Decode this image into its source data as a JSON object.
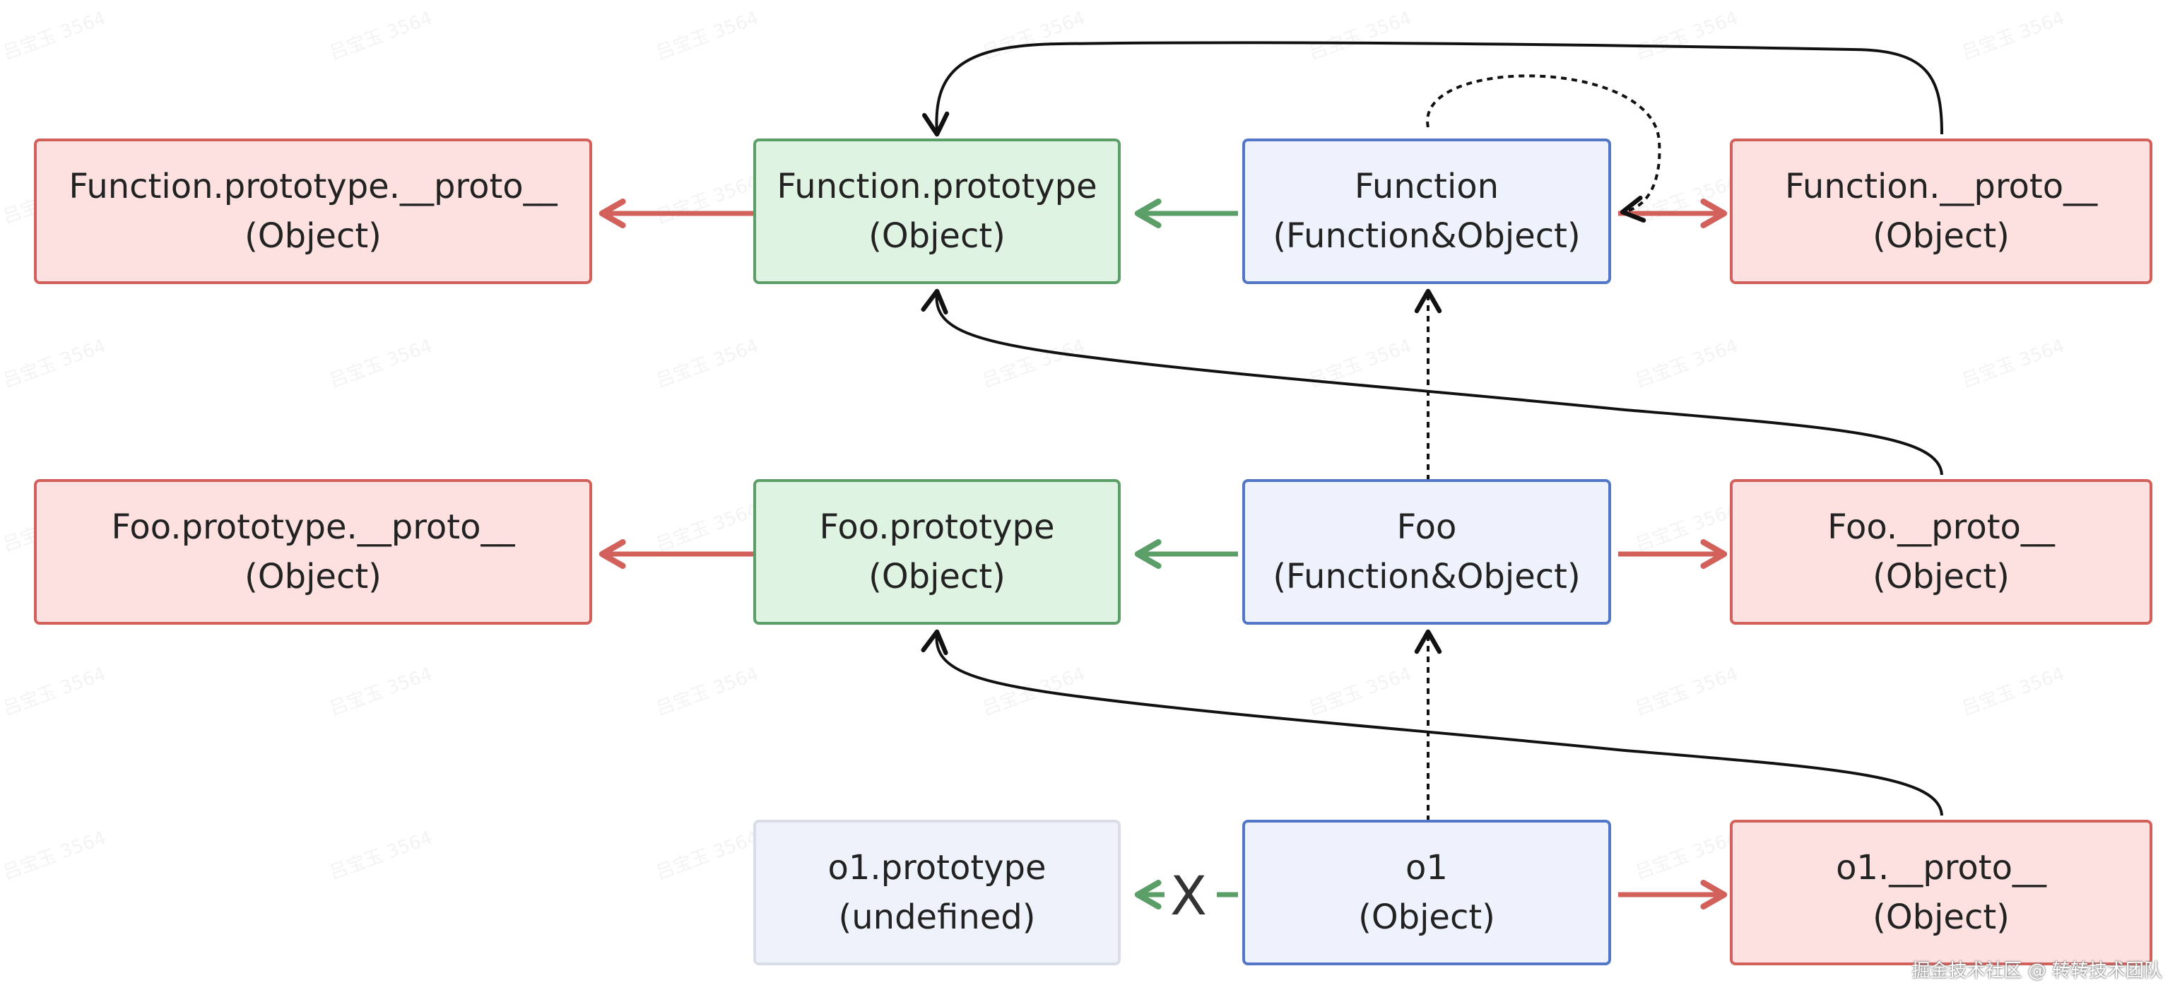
{
  "nodes": {
    "function_proto_proto": {
      "line1": "Function.prototype.__proto__",
      "line2": "(Object)"
    },
    "function_prototype": {
      "line1": "Function.prototype",
      "line2": "(Object)"
    },
    "function": {
      "line1": "Function",
      "line2": "(Function&Object)"
    },
    "function_dunder": {
      "line1": "Function.__proto__",
      "line2": "(Object)"
    },
    "foo_proto_proto": {
      "line1": "Foo.prototype.__proto__",
      "line2": "(Object)"
    },
    "foo_prototype": {
      "line1": "Foo.prototype",
      "line2": "(Object)"
    },
    "foo": {
      "line1": "Foo",
      "line2": "(Function&Object)"
    },
    "foo_dunder": {
      "line1": "Foo.__proto__",
      "line2": "(Object)"
    },
    "o1_prototype": {
      "line1": "o1.prototype",
      "line2": "(undefined)"
    },
    "o1": {
      "line1": "o1",
      "line2": "(Object)"
    },
    "o1_dunder": {
      "line1": "o1.__proto__",
      "line2": "(Object)"
    }
  },
  "x_mark": "X",
  "watermark": "吕宝玉 3564",
  "footer": "掘金技术社区 @ 转转技术团队",
  "colors": {
    "red_fill": "#fde0e0",
    "red_border": "#d2615c",
    "green_fill": "#dff3e2",
    "green_border": "#5c9e68",
    "blue_fill": "#eef2fc",
    "blue_border": "#5377c6",
    "grey_fill": "#eef2fa",
    "grey_border": "#d9dee6",
    "red_arrow": "#d2615c",
    "green_arrow": "#5c9e68",
    "black_line": "#111111"
  }
}
